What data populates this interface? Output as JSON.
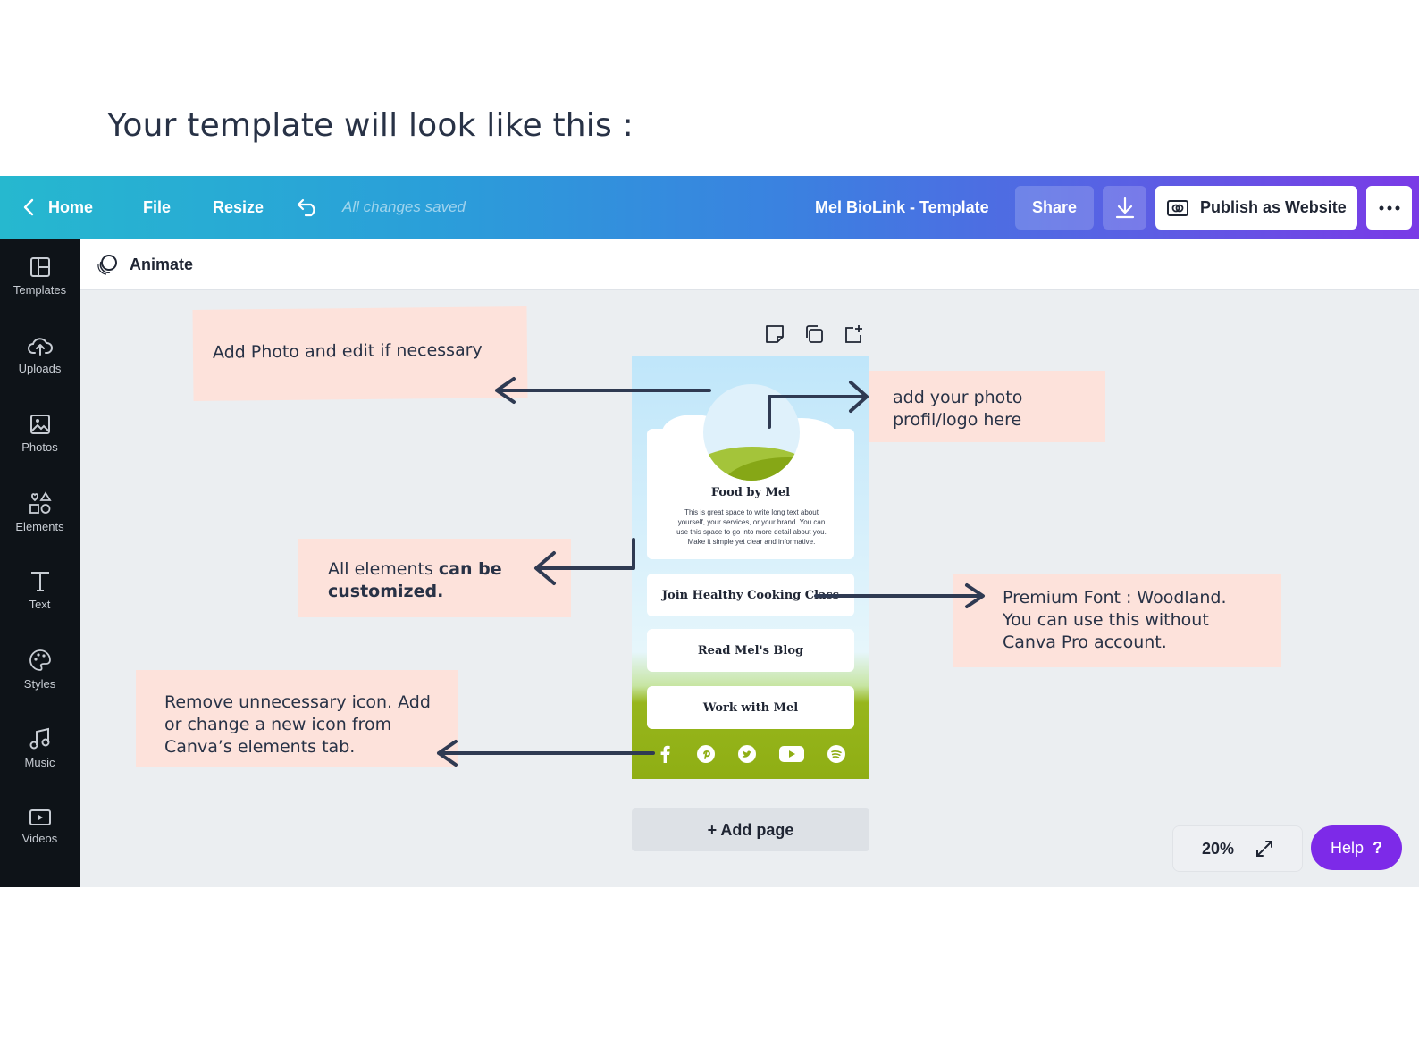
{
  "heading": "Your template will look like this :",
  "topbar": {
    "home": "Home",
    "file": "File",
    "resize": "Resize",
    "saved_status": "All changes saved",
    "design_title": "Mel BioLink - Template",
    "share": "Share",
    "publish": "Publish as Website"
  },
  "sidebar": {
    "items": [
      {
        "label": "Templates",
        "icon": "templates-icon"
      },
      {
        "label": "Uploads",
        "icon": "upload-cloud-icon"
      },
      {
        "label": "Photos",
        "icon": "photo-icon"
      },
      {
        "label": "Elements",
        "icon": "shapes-icon"
      },
      {
        "label": "Text",
        "icon": "text-icon"
      },
      {
        "label": "Styles",
        "icon": "palette-icon"
      },
      {
        "label": "Music",
        "icon": "music-note-icon"
      },
      {
        "label": "Videos",
        "icon": "video-icon"
      }
    ]
  },
  "toolbar": {
    "animate": "Animate"
  },
  "annotations": {
    "photo": "Add Photo and edit if necessary",
    "logo_line1": "add your photo",
    "logo_line2": "profil/logo here",
    "custom_normal": "All elements ",
    "custom_bold1": "can be",
    "custom_bold2": "customized.",
    "font_line1": "Premium Font : Woodland.",
    "font_line2": "You can use this without",
    "font_line3": "Canva Pro account.",
    "icon_line1": "Remove unnecessary icon. Add",
    "icon_line2": "or change a new icon from",
    "icon_line3": "Canva’s elements tab."
  },
  "design": {
    "name": "Food by Mel",
    "body_lines": [
      "This is great space to write long text about",
      "yourself, your services, or your brand. You can",
      "use this space to go into more detail about you.",
      "Make it simple yet clear and informative."
    ],
    "links": [
      "Join Healthy Cooking Class",
      "Read Mel's Blog",
      "Work with Mel"
    ],
    "socials": [
      "facebook-icon",
      "pinterest-icon",
      "twitter-icon",
      "youtube-icon",
      "spotify-icon"
    ]
  },
  "canvas": {
    "add_page": "+ Add page",
    "zoom": "20%",
    "help": "Help",
    "help_mark": "?"
  },
  "colors": {
    "accent_purple": "#7d2ae8",
    "annotation_bg": "#fde2db",
    "sidebar_bg": "#0e1318",
    "arrow": "#2f3a52"
  }
}
